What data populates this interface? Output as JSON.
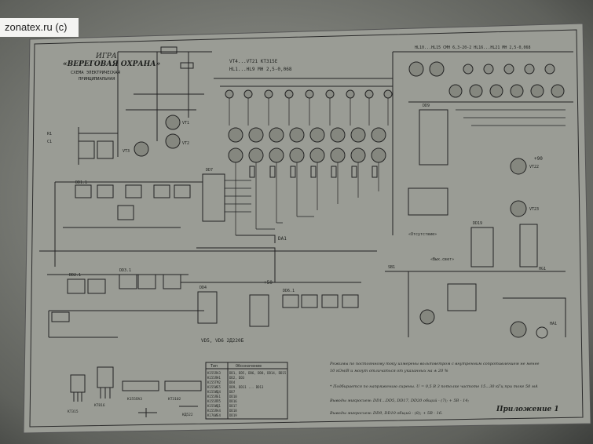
{
  "watermark": "zonatex.ru (c)",
  "title": {
    "line1": "ИГРА",
    "line2": "«ВЕРЕГОВАЯ ОХРАНА»",
    "line3": "СХЕМА ЭЛЕКТРИЧЕСКАЯ",
    "line4": "ПРИНЦИПИАЛЬНАЯ"
  },
  "notes": {
    "vt_spec": "VT4...VT21 КТ315Е",
    "lamp_spec": "HL1...HL9 МН 2,5-0,068",
    "lamp_spec_right": "HL10...HL15 СМН 6,3-20-2   HL16...HL21 МН 2,5-0,068",
    "vd_spec": "VD5, VD6 2Д220Б",
    "da1_label": "DA1",
    "plus50": "+50",
    "otsutstvie": "«Отсутствие»",
    "vyh_sv": "«Вых.свет»",
    "power_label": "+90",
    "appendix": "Приложение 1"
  },
  "footnotes": [
    "Режимы по постоянному току измерены вольтметром с внутренним сопротивлением не менее",
    "10 кОм/В и могут отличаться от указанных на ± 20 %",
    "* Подбирается по напряжению сирены. U = 0,5 В 3 потолке частоте 15...30 кГц при токе 50 мА",
    "Выводы микросхем: DD1...DD5, DD17, DD20 общий - (7); + 5В - 14;",
    "Выводы микросхем: DD9, DD10 общий - (8); + 5В - 16."
  ],
  "table": {
    "headers": [
      "Тип",
      "Обозначение"
    ],
    "rows": [
      [
        "К155ЛА3",
        "DD1, DD5, DD6, DD8, DD14, DD15"
      ],
      [
        "К155ЛН1",
        "DD2, DD3"
      ],
      [
        "К155ТМ2",
        "DD4"
      ],
      [
        "К155ИЕ5",
        "DD9, DD11 ... DD13"
      ],
      [
        "К155ИД4",
        "DD7"
      ],
      [
        "К155ЛЕ1",
        "DD10"
      ],
      [
        "К155ЛП5",
        "DD16"
      ],
      [
        "К155ИД1",
        "DD17"
      ],
      [
        "К155ЛА4",
        "DD18"
      ],
      [
        "К176ИЕ4",
        "DD19"
      ]
    ]
  },
  "packages": [
    "КТ315",
    "КТ816",
    "К155ЛА3",
    "КТ3102",
    "КД522"
  ],
  "labels": {
    "dd1": "DD1.1",
    "dd2": "DD2.1",
    "dd3": "DD3.1",
    "dd4": "DD4",
    "dd6": "DD6.1",
    "dd7": "DD7",
    "dd9": "DD9",
    "dd19": "DD19",
    "hg1": "HG1",
    "ha1": "HA1",
    "sb1": "SB1",
    "vt1": "VT1",
    "vt2": "VT2",
    "vt3": "VT3",
    "vt22": "VT22",
    "vt23": "VT23",
    "r_main": "R1",
    "c_main": "C1"
  }
}
